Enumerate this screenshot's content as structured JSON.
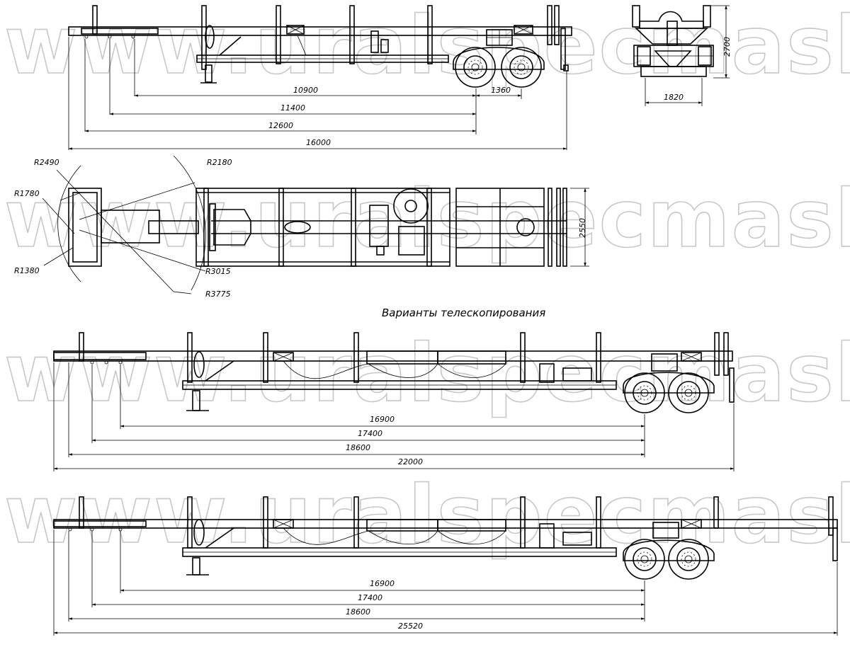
{
  "watermark": "www.uralspecmash.ru",
  "section_title": "Варианты телескопирования",
  "side_view_1": {
    "dims": [
      "10900",
      "1360",
      "11400",
      "12600",
      "16000"
    ]
  },
  "rear_view": {
    "dims": [
      "2700",
      "1820"
    ]
  },
  "plan_view": {
    "radii": [
      "R2490",
      "R2180",
      "R1780",
      "R1380",
      "R3015",
      "R3775"
    ],
    "width": "2550"
  },
  "side_view_2": {
    "dims": [
      "16900",
      "17400",
      "18600",
      "22000"
    ]
  },
  "side_view_3": {
    "dims": [
      "16900",
      "17400",
      "18600",
      "25520"
    ]
  }
}
